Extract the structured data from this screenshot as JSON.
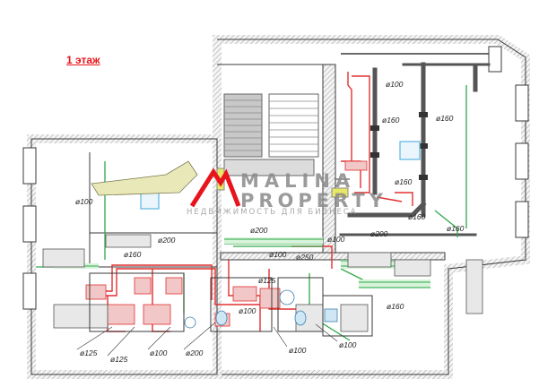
{
  "floor_label": "1 этаж",
  "brand": {
    "line1": "MALINA",
    "line2": "PROPERTY",
    "tagline": "НЕДВИЖИМОСТЬ ДЛЯ БИЗНЕСА",
    "accent_color": "#e8141b"
  },
  "duct_labels": [
    "ø100",
    "ø160",
    "ø160",
    "ø100",
    "ø160",
    "ø160",
    "ø160",
    "ø200",
    "ø200",
    "ø200",
    "ø100",
    "ø250",
    "ø125",
    "ø100",
    "ø160",
    "ø125",
    "ø125",
    "ø100",
    "ø200",
    "ø100",
    "ø100",
    "ø160",
    "ø100"
  ],
  "colors": {
    "wall": "#3a3a3a",
    "supply_duct": "#e03030",
    "exhaust_duct": "#2fa84a",
    "main_duct": "#555555",
    "grille": "#5ab4e0",
    "hatch": "#bdbdbd"
  }
}
